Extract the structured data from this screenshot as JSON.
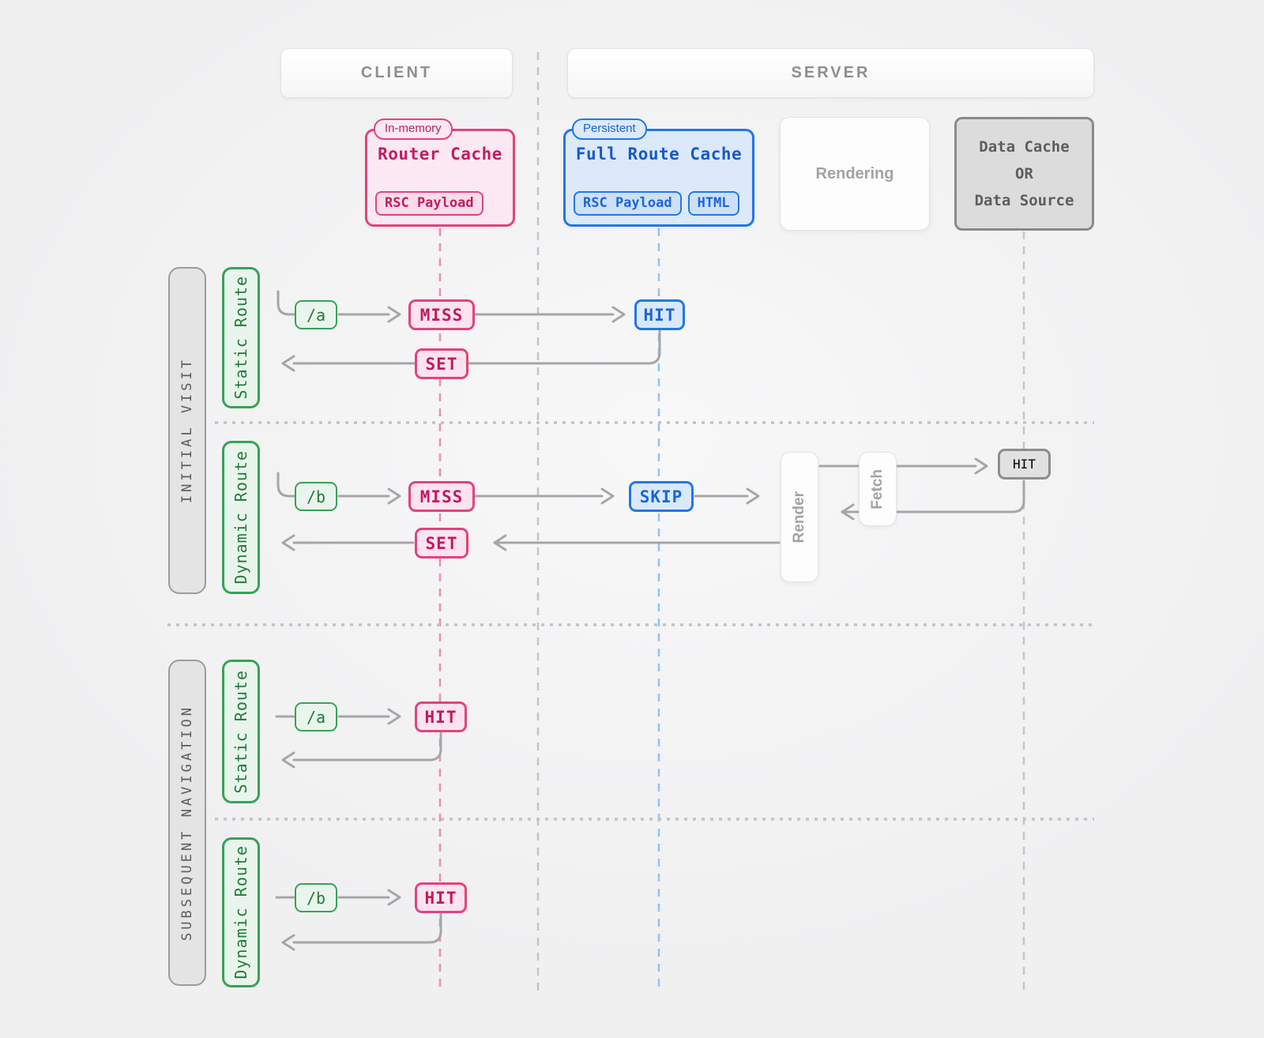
{
  "legend_headers": {
    "client": "CLIENT",
    "server": "SERVER"
  },
  "cache_boxes": {
    "router_cache": {
      "tag": "In-memory",
      "title": "Router Cache",
      "chips": [
        "RSC Payload"
      ]
    },
    "full_route_cache": {
      "tag": "Persistent",
      "title": "Full Route Cache",
      "chips": [
        "RSC Payload",
        "HTML"
      ]
    },
    "rendering": {
      "title": "Rendering"
    },
    "data_cache": {
      "lines": [
        "Data Cache",
        "OR",
        "Data Source"
      ]
    }
  },
  "sections": {
    "initial_visit": {
      "label": "INITIAL VISIT",
      "static_route": {
        "label": "Static Route",
        "route": "/a",
        "router_cache_result": "MISS",
        "full_route_cache_result": "HIT",
        "router_cache_update": "SET"
      },
      "dynamic_route": {
        "label": "Dynamic Route",
        "route": "/b",
        "router_cache_result": "MISS",
        "full_route_cache_result": "SKIP",
        "render_label": "Render",
        "fetch_label": "Fetch",
        "data_cache_result": "HIT",
        "router_cache_update": "SET"
      }
    },
    "subsequent_navigation": {
      "label": "SUBSEQUENT NAVIGATION",
      "static_route": {
        "label": "Static Route",
        "route": "/a",
        "router_cache_result": "HIT"
      },
      "dynamic_route": {
        "label": "Dynamic Route",
        "route": "/b",
        "router_cache_result": "HIT"
      }
    }
  },
  "accent_colors": {
    "pink": "#e0447c",
    "blue": "#2476e5",
    "green": "#36a257",
    "gray": "#8f8f8f",
    "arrow": "#a6a6a6"
  }
}
